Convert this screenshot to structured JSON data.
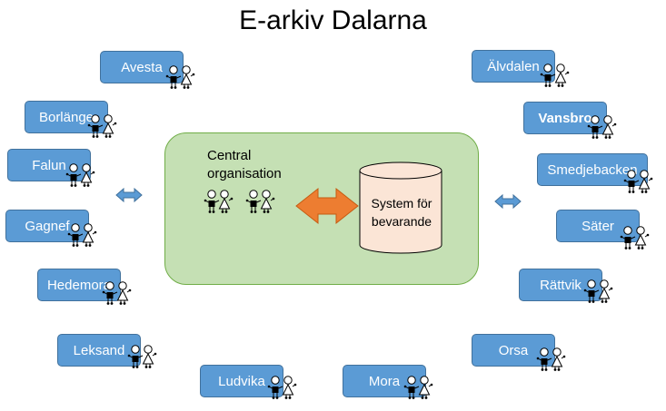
{
  "title": "E-arkiv Dalarna",
  "central": {
    "label_line1": "Central",
    "label_line2": "organisation"
  },
  "system": {
    "label_line1": "System för",
    "label_line2": "bevarande"
  },
  "municipalities": [
    {
      "key": "avesta",
      "label": "Avesta"
    },
    {
      "key": "borlange",
      "label": "Borlänge"
    },
    {
      "key": "falun",
      "label": "Falun"
    },
    {
      "key": "gagnef",
      "label": "Gagnef"
    },
    {
      "key": "hedemora",
      "label": "Hedemora"
    },
    {
      "key": "leksand",
      "label": "Leksand"
    },
    {
      "key": "ludvika",
      "label": "Ludvika"
    },
    {
      "key": "mora",
      "label": "Mora"
    },
    {
      "key": "orsa",
      "label": "Orsa"
    },
    {
      "key": "rattvik",
      "label": "Rättvik"
    },
    {
      "key": "sater",
      "label": "Säter"
    },
    {
      "key": "smedjebacken",
      "label": "Smedjebacken"
    },
    {
      "key": "vansbro",
      "label": "Vansbro"
    },
    {
      "key": "alvdalen",
      "label": "Älvdalen"
    }
  ],
  "colors": {
    "box_fill": "#5b9bd5",
    "central_fill": "#c5e0b4",
    "system_fill": "#fbe5d6",
    "main_arrow": "#ed7d31",
    "side_arrow": "#5b9bd5"
  }
}
